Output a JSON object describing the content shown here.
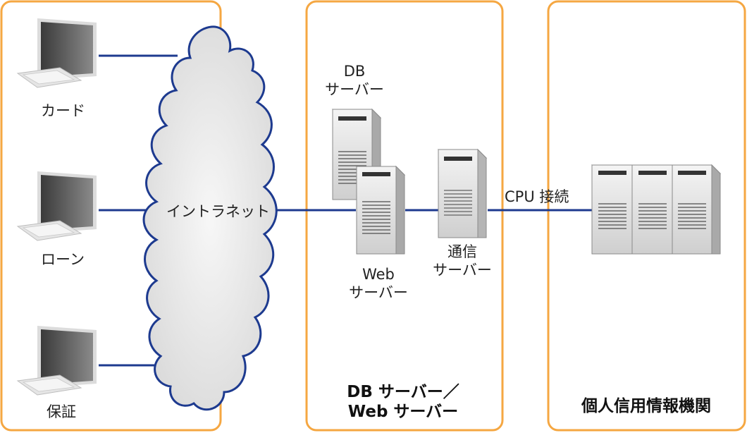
{
  "terminals": [
    {
      "label": "カード"
    },
    {
      "label": "ローン"
    },
    {
      "label": "保証"
    }
  ],
  "network": {
    "label": "イントラネット"
  },
  "servers": {
    "db": {
      "line1": "DB",
      "line2": "サーバー"
    },
    "web": {
      "line1": "Web",
      "line2": "サーバー"
    },
    "comm": {
      "line1": "通信",
      "line2": "サーバー"
    }
  },
  "connection": {
    "label": "CPU 接続"
  },
  "zones": {
    "middle_title_line1": "DB サーバー／",
    "middle_title_line2": "Web サーバー",
    "right_title": "個人信用情報機関"
  },
  "colors": {
    "zone_border": "#f5a742",
    "link": "#1d3a8f",
    "cloud_stroke": "#1d3a8f",
    "cloud_fill": "#e6e6e6"
  }
}
